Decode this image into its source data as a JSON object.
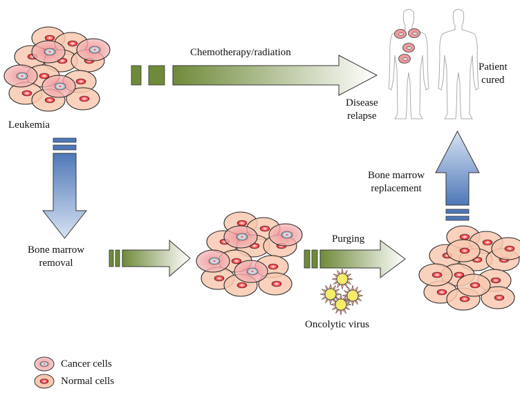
{
  "labels": {
    "leukemia": "Leukemia",
    "chemo": "Chemotherapy/radiation",
    "relapse_1": "Disease",
    "relapse_2": "relapse",
    "cured_1": "Patient",
    "cured_2": "cured",
    "bm_removal_1": "Bone marrow",
    "bm_removal_2": "removal",
    "purging": "Purging",
    "virus": "Oncolytic virus",
    "bm_replace_1": "Bone marrow",
    "bm_replace_2": "replacement"
  },
  "legend": [
    {
      "type": "cancer",
      "label": "Cancer cells"
    },
    {
      "type": "normal",
      "label": "Normal cells"
    }
  ],
  "colors": {
    "normal_cell": "#f8c9b0",
    "cancer_cell": "#ef9a9e",
    "nucleus": "#e8232f",
    "green_arrow": "#6f8a3a",
    "blue_arrow": "#5a82c0",
    "virus": "#f5ec6a"
  }
}
